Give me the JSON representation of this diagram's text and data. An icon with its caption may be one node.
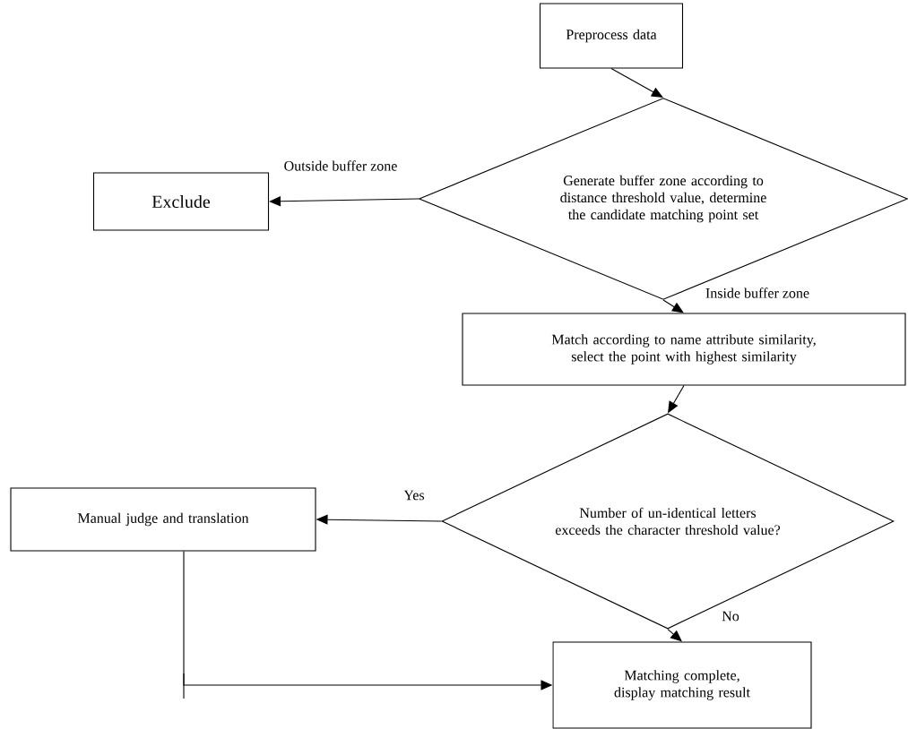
{
  "diagram": {
    "nodes": [
      {
        "text": [
          "Preprocess data"
        ]
      },
      {
        "text": [
          "Generate buffer zone according to distance threshold value, determine the candidate matching point set"
        ]
      },
      {
        "text": [
          "Exclude"
        ]
      },
      {
        "text": [
          "Match according to name attribute similarity, select the point with highest similarity"
        ]
      },
      {
        "text": [
          "Number of un-identical letters exceeds the character threshold value?"
        ]
      },
      {
        "text": [
          "Manual judge and translation"
        ]
      },
      {
        "text": [
          "Matching complete, display matching result"
        ]
      }
    ],
    "edges": [
      {
        "from": 0,
        "to": 1,
        "arrow": "to"
      },
      {
        "from": 1,
        "to": 2,
        "arrow": "to",
        "label": "Outside buffer zone"
      },
      {
        "from": 1,
        "to": 3,
        "arrow": "to",
        "label": "Inside buffer zone"
      },
      {
        "from": 3,
        "to": 4,
        "arrow": "to"
      },
      {
        "from": 4,
        "to": 5,
        "arrow": "to",
        "label": "Yes"
      },
      {
        "from": 4,
        "to": 6,
        "arrow": "to",
        "label": "No"
      },
      {
        "from": 5,
        "to": 6,
        "arrow": "to"
      }
    ]
  }
}
